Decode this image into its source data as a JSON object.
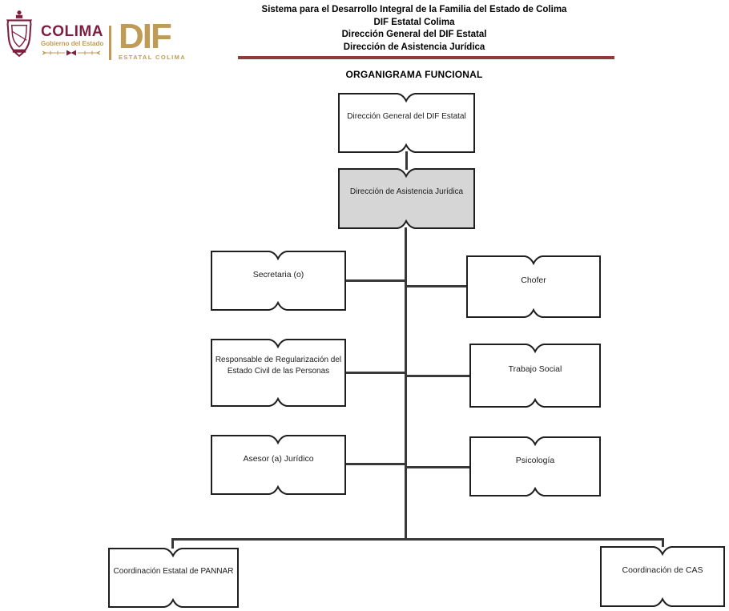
{
  "header": {
    "line1": "Sistema para el Desarrollo Integral de la Familia del Estado de Colima",
    "line2": "DIF Estatal Colima",
    "line3": "Dirección General del DIF Estatal",
    "line4": "Dirección de Asistencia Jurídica",
    "section_title": "ORGANIGRAMA FUNCIONAL"
  },
  "logo": {
    "brand": "COLIMA",
    "subtitle": "Gobierno del Estado",
    "dif": "DIF",
    "dif_subtitle": "ESTATAL COLIMA"
  },
  "colors": {
    "maroon": "#7d1f3e",
    "gold": "#bf9b55",
    "header_rule": "#8d3c3c",
    "box_border": "#1f1f1f",
    "connector": "#383838",
    "highlight_fill": "#d6d6d6"
  },
  "nodes": {
    "direccion_general": {
      "label": "Dirección General del DIF Estatal"
    },
    "asistencia_juridica": {
      "label": "Dirección de Asistencia Jurídica",
      "highlighted": true
    },
    "secretaria": {
      "label": "Secretaria (o)"
    },
    "chofer": {
      "label": "Chofer"
    },
    "responsable_registro_civil": {
      "label": "Responsable de Regularización del\nEstado Civil de las Personas"
    },
    "trabajo_social": {
      "label": "Trabajo Social"
    },
    "asesor_juridico": {
      "label": "Asesor (a) Jurídico"
    },
    "psicologia": {
      "label": "Psicología"
    },
    "coordinacion_pannar": {
      "label": "Coordinación Estatal de PANNAR"
    },
    "coordinacion_cas": {
      "label": "Coordinación de CAS"
    }
  }
}
